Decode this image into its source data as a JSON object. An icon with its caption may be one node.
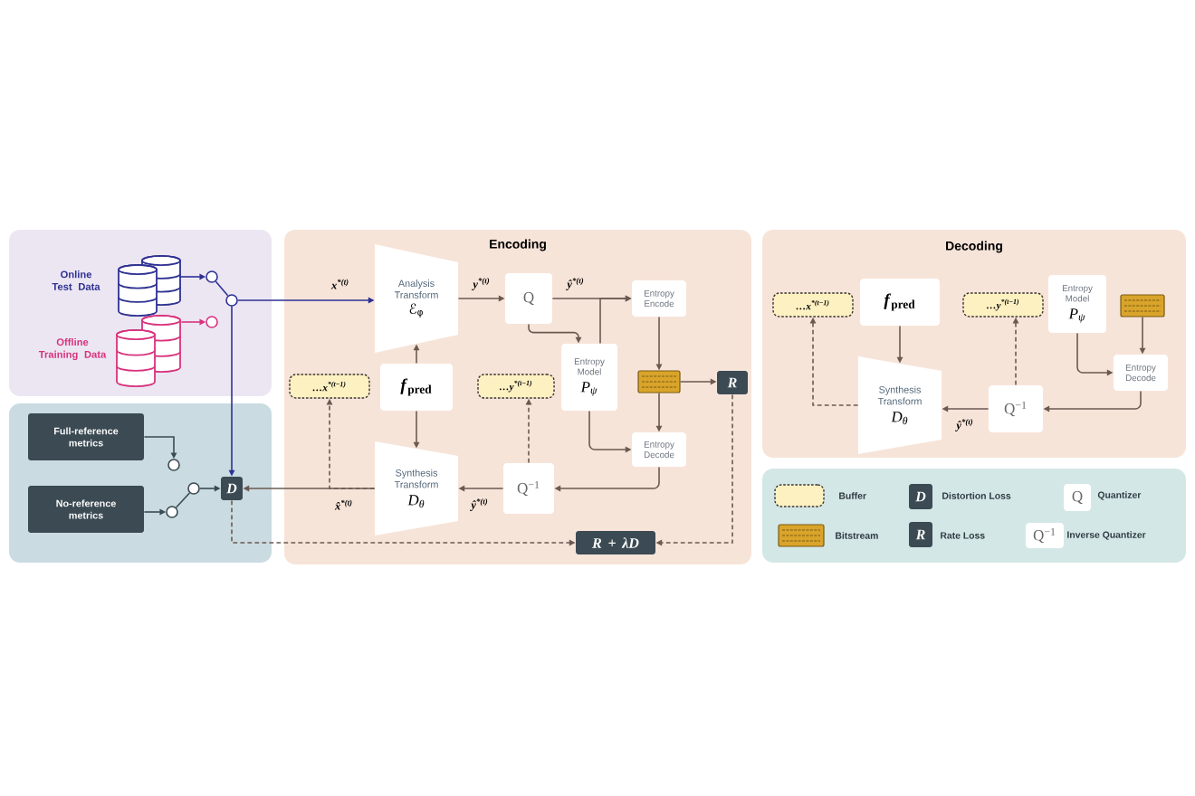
{
  "diagram": {
    "nodes": [
      {
        "text": [],
        "shape": "box"
      },
      {
        "text": [],
        "shape": "cylinder",
        "beside": [
          "Online Test Data"
        ],
        "in": 0
      },
      {
        "text": [],
        "shape": "cylinder",
        "beside": [
          "Offline Training Data"
        ],
        "in": 0
      },
      {
        "text": [],
        "shape": "circle",
        "in": 0
      },
      {
        "text": [],
        "shape": "circle",
        "in": 0
      },
      {
        "text": [],
        "shape": "circle",
        "in": 0
      },
      {
        "text": [],
        "shape": "box"
      },
      {
        "text": [
          "Full-reference metrics"
        ],
        "in": 6
      },
      {
        "text": [
          "No-reference metrics"
        ],
        "in": 6
      },
      {
        "text": [],
        "shape": "circle",
        "in": 6
      },
      {
        "text": [],
        "shape": "circle",
        "in": 6
      },
      {
        "text": [],
        "shape": "circle",
        "in": 6
      },
      {
        "text": [
          "D"
        ],
        "in": 6
      },
      {
        "text": [
          "Encoding"
        ]
      },
      {
        "text": [
          "Analysis Transform",
          "ℰ$_{φ}$"
        ],
        "in": 13
      },
      {
        "text": [
          "*f*$_{pred}$"
        ],
        "in": 13
      },
      {
        "text": [
          "Q"
        ],
        "in": 13
      },
      {
        "text": [
          "Entropy Encode"
        ],
        "in": 13
      },
      {
        "text": [
          "…x$^{*(t−1)}$"
        ],
        "in": 13
      },
      {
        "text": [
          "Synthesis Transform",
          "D$_{θ}$"
        ],
        "in": 13
      },
      {
        "text": [
          "…y$^{*(t−1)}$"
        ],
        "in": 13
      },
      {
        "text": [
          "Entropy Model",
          "P$_{ψ}$"
        ],
        "in": 13
      },
      {
        "text": [],
        "shape": "box",
        "in": 13
      },
      {
        "text": [
          "R"
        ],
        "in": 13
      },
      {
        "text": [
          "Entropy Decode"
        ],
        "in": 13
      },
      {
        "text": [
          "Q$^{−1}$"
        ],
        "in": 13
      },
      {
        "text": [
          "R + λD"
        ],
        "in": 13
      },
      {
        "text": [
          "Decoding"
        ]
      },
      {
        "text": [
          "…x$^{*(t−1)}$"
        ],
        "in": 27
      },
      {
        "text": [
          "*f*$_{pred}$"
        ],
        "in": 27
      },
      {
        "text": [
          "…y$^{*(t−1)}$"
        ],
        "in": 27
      },
      {
        "text": [
          "Entropy Model",
          "P$_{ψ}$"
        ],
        "in": 27
      },
      {
        "text": [],
        "shape": "box",
        "in": 27
      },
      {
        "text": [
          "Entropy Decode"
        ],
        "in": 27
      },
      {
        "text": [
          "Synthesis Transform",
          "D$_{θ}$"
        ],
        "in": 27
      },
      {
        "text": [
          "Q$^{−1}$"
        ],
        "in": 27
      }
    ],
    "edges": [
      {
        "from": 1,
        "to": 3,
        "arrow": "to",
        "color": "#2e3192"
      },
      {
        "from": 2,
        "to": 4,
        "arrow": "to",
        "color": "#d8327d"
      },
      {
        "from": 5,
        "to": 3,
        "arrow": "none",
        "color": "#2e3192"
      },
      {
        "from": 5,
        "to": 14,
        "arrow": "to",
        "label": "x$^{*(t)}$",
        "color": "#2e3192"
      },
      {
        "from": 5,
        "to": 12,
        "arrow": "to",
        "color": "#2e3192"
      },
      {
        "from": 7,
        "to": 9,
        "arrow": "to",
        "color": "#3b4a53"
      },
      {
        "from": 8,
        "to": 10,
        "arrow": "to",
        "color": "#3b4a53"
      },
      {
        "from": 10,
        "to": 11,
        "arrow": "none",
        "color": "#3b4a53"
      },
      {
        "from": 11,
        "to": 12,
        "arrow": "to",
        "color": "#3b4a53"
      },
      {
        "from": 14,
        "to": 16,
        "arrow": "to",
        "label": "y$^{*(t)}$"
      },
      {
        "from": 16,
        "to": 17,
        "arrow": "to",
        "label": "ŷ$^{*(t)}$"
      },
      {
        "from": 16,
        "to": 21,
        "arrow": "to"
      },
      {
        "from": 21,
        "to": 17,
        "arrow": "to"
      },
      {
        "from": 15,
        "to": 14,
        "arrow": "to"
      },
      {
        "from": 15,
        "to": 19,
        "arrow": "to"
      },
      {
        "from": 17,
        "to": 22,
        "arrow": "to"
      },
      {
        "from": 22,
        "to": 23,
        "arrow": "to"
      },
      {
        "from": 22,
        "to": 24,
        "arrow": "to"
      },
      {
        "from": 21,
        "to": 24,
        "arrow": "to"
      },
      {
        "from": 24,
        "to": 25,
        "arrow": "to"
      },
      {
        "from": 25,
        "to": 19,
        "arrow": "to",
        "label": "ŷ$^{*(t)}$"
      },
      {
        "from": 25,
        "to": 20,
        "arrow": "to",
        "style": "dashed"
      },
      {
        "from": 19,
        "to": 12,
        "arrow": "to",
        "label": "x̂$^{*(t)}$"
      },
      {
        "from": 19,
        "to": 18,
        "arrow": "to",
        "style": "dashed"
      },
      {
        "from": 23,
        "to": 26,
        "arrow": "to",
        "style": "dashed"
      },
      {
        "from": 12,
        "to": 26,
        "arrow": "to",
        "style": "dashed"
      },
      {
        "from": 29,
        "to": 34,
        "arrow": "to"
      },
      {
        "from": 32,
        "to": 33,
        "arrow": "to"
      },
      {
        "from": 31,
        "to": 33,
        "arrow": "to"
      },
      {
        "from": 33,
        "to": 35,
        "arrow": "to"
      },
      {
        "from": 35,
        "to": 34,
        "arrow": "to",
        "label": "ŷ$^{*(t)}$"
      },
      {
        "from": 35,
        "to": 30,
        "arrow": "to",
        "style": "dashed"
      },
      {
        "from": 34,
        "to": 28,
        "arrow": "to",
        "style": "dashed"
      }
    ],
    "labels": [
      "D",
      "Q",
      "R",
      "Q$^{−1}$"
    ],
    "legend": [
      {
        "text": "Buffer"
      },
      {
        "text": "Distortion Loss"
      },
      {
        "text": "Quantizer"
      },
      {
        "text": "Bitstream"
      },
      {
        "text": "Rate Loss"
      },
      {
        "text": "Inverse Quantizer"
      }
    ]
  }
}
